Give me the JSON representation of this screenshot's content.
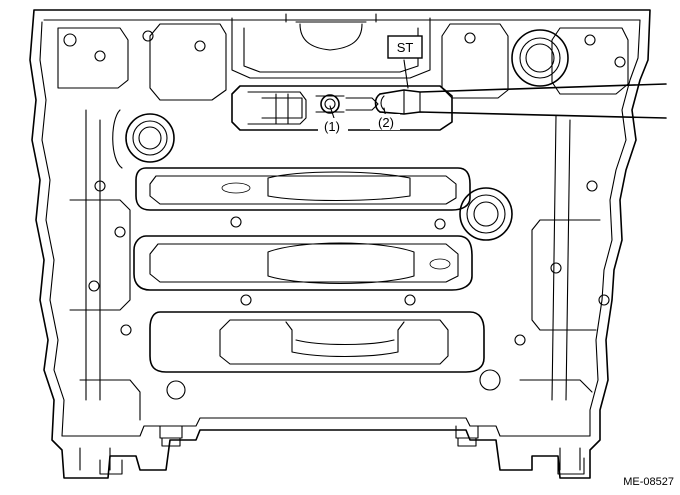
{
  "labels": {
    "tool_tag": "ST",
    "callout_1": "(1)",
    "callout_2": "(2)",
    "figure_id": "ME-08527"
  }
}
